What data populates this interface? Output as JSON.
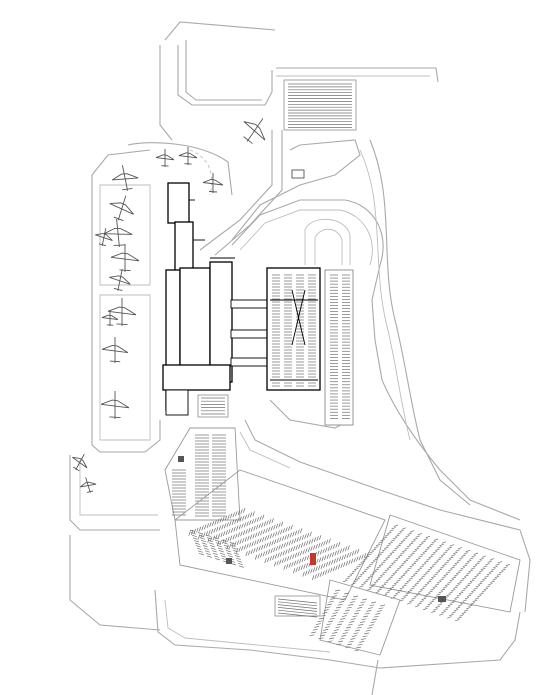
{
  "map": {
    "type": "airport-site-plan",
    "background": "#ffffff",
    "colors": {
      "building": "#000000",
      "road": "#a9a9a9",
      "parking_stripes": "#6f6f6f",
      "accent_marker": "#c0392b",
      "dark_marker": "#555555"
    },
    "features": {
      "terminal": "terminal-building",
      "parking_garage": "parking-garage",
      "surface_lots": [
        "north-parking-lot",
        "central-parking-lot",
        "east-parking-lot",
        "south-parking-lot",
        "west-parking-lot"
      ],
      "aircraft_count": 16
    }
  }
}
